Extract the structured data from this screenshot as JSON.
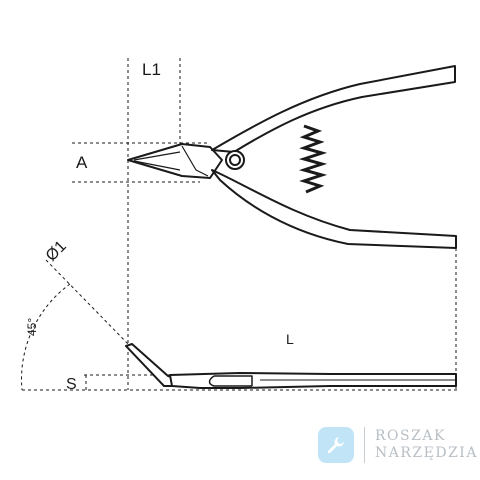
{
  "dimensions": {
    "L1": "L1",
    "A": "A",
    "diameter": "Ø1",
    "angle": "45°",
    "L": "L",
    "S": "S"
  },
  "watermark": {
    "line1": "ROSZAK",
    "line2": "NARZĘDZIA",
    "icon": "wrench-icon",
    "color": "#8fd0f0"
  },
  "colors": {
    "line": "#1a1a1a",
    "background": "#ffffff"
  }
}
